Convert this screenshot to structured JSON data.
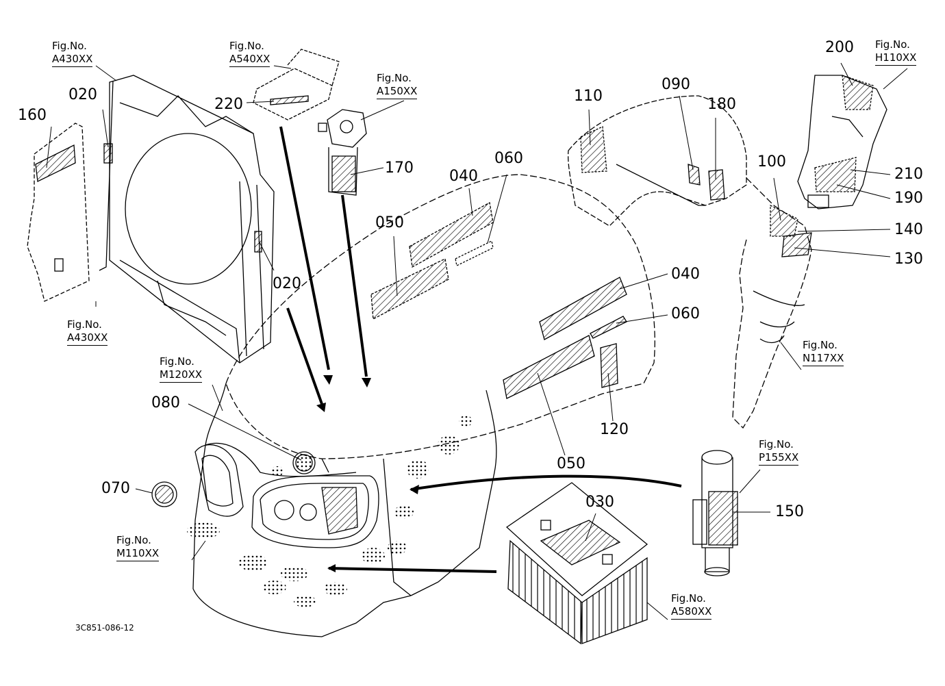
{
  "drawing_code": "3C851-086-12",
  "fig_refs": {
    "a430_top": {
      "title": "Fig.No.",
      "code": "A430XX"
    },
    "a540": {
      "title": "Fig.No.",
      "code": "A540XX"
    },
    "a150": {
      "title": "Fig.No.",
      "code": "A150XX"
    },
    "h110": {
      "title": "Fig.No.",
      "code": "H110XX"
    },
    "a430_bottom": {
      "title": "Fig.No.",
      "code": "A430XX"
    },
    "m120": {
      "title": "Fig.No.",
      "code": "M120XX"
    },
    "n117": {
      "title": "Fig.No.",
      "code": "N117XX"
    },
    "p155": {
      "title": "Fig.No.",
      "code": "P155XX"
    },
    "m110": {
      "title": "Fig.No.",
      "code": "M110XX"
    },
    "a580": {
      "title": "Fig.No.",
      "code": "A580XX"
    }
  },
  "callouts": {
    "c160": "160",
    "c020_top": "020",
    "c220": "220",
    "c170": "170",
    "c020_right": "020",
    "c050_top": "050",
    "c040_top": "040",
    "c060_top": "060",
    "c110": "110",
    "c090": "090",
    "c180": "180",
    "c200": "200",
    "c100": "100",
    "c210": "210",
    "c190": "190",
    "c140": "140",
    "c130": "130",
    "c040_right": "040",
    "c060_right": "060",
    "c120": "120",
    "c050_bottom": "050",
    "c080": "080",
    "c070": "070",
    "c030": "030",
    "c150": "150"
  }
}
